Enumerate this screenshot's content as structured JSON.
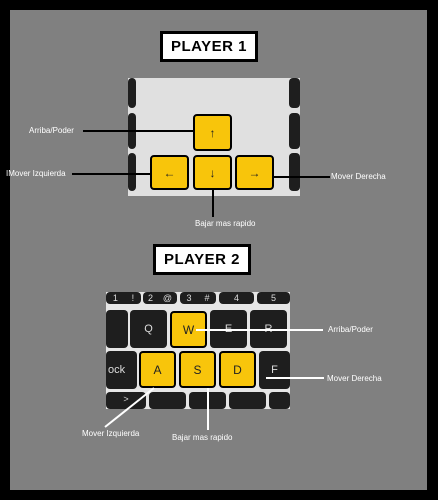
{
  "player1": {
    "title": "PLAYER 1",
    "keys": {
      "up": "↑",
      "left": "←",
      "down": "↓",
      "right": "→"
    },
    "labels": {
      "up": "Arriba/Poder",
      "left": "IMover Izquierda",
      "right": "Mover Derecha",
      "down": "Bajar mas rapido"
    }
  },
  "player2": {
    "title": "PLAYER 2",
    "number_row": [
      "1",
      "!",
      "2",
      "@",
      "3",
      "#",
      "4",
      "5"
    ],
    "keys": {
      "w": "W",
      "a": "A",
      "s": "S",
      "d": "D"
    },
    "dark_keys": {
      "q": "Q",
      "e": "E",
      "r": "R",
      "lock": "ock",
      "f": "F",
      "z": ">"
    },
    "labels": {
      "w": "Arriba/Poder",
      "d": "Mover Derecha",
      "a": "Mover Izquierda",
      "s": "Bajar mas rapido"
    }
  },
  "colors": {
    "frame": "#808080",
    "key_highlight": "#f8c50b",
    "key_dark": "#1e1e1e"
  }
}
